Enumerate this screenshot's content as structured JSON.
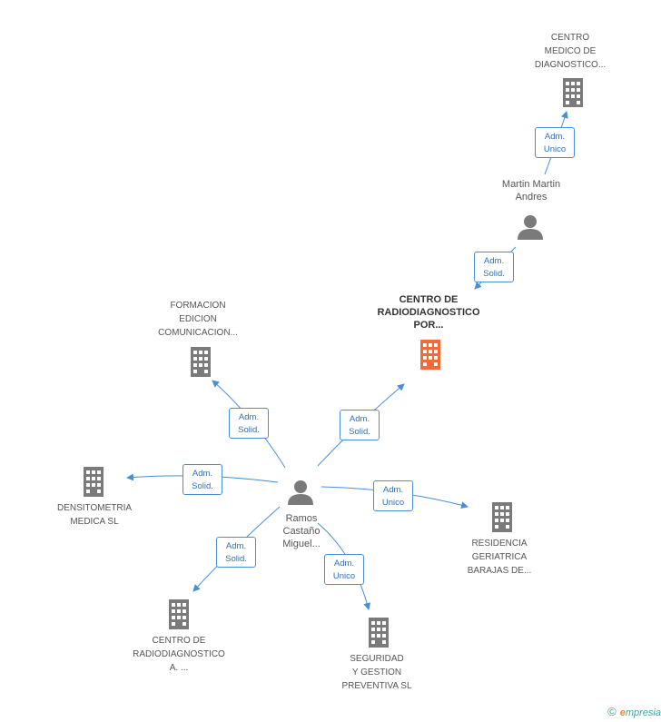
{
  "colors": {
    "edge": "#4a8fd6",
    "building": "#7a7a7a",
    "building_main": "#f26a3a",
    "person": "#7a7a7a"
  },
  "nodes": {
    "centro_medico": "CENTRO\nMEDICO DE\nDIAGNOSTICO...",
    "martin": "Martin Martin\nAndres",
    "centro_radio_main": "CENTRO DE\nRADIODIAGNOSTICO\nPOR...",
    "formacion": "FORMACION\nEDICION\nCOMUNICACION...",
    "densitometria": "DENSITOMETRIA\nMEDICA SL",
    "ramos": "Ramos\nCastaño\nMiguel...",
    "residencia": "RESIDENCIA\nGERIATRICA\nBARAJAS DE...",
    "centro_radio_a": "CENTRO DE\nRADIODIAGNOSTICO\nA. ...",
    "seguridad": "SEGURIDAD\nY GESTION\nPREVENTIVA SL"
  },
  "edges": {
    "martin_centro_medico": "Adm.\nUnico",
    "martin_centro_radio": "Adm.\nSolid.",
    "ramos_formacion": "Adm.\nSolid.",
    "ramos_centro_radio": "Adm.\nSolid.",
    "ramos_densitometria": "Adm.\nSolid.",
    "ramos_residencia": "Adm.\nUnico",
    "ramos_centro_radio_a": "Adm.\nSolid.",
    "ramos_seguridad": "Adm.\nUnico"
  },
  "footer": {
    "copyright_symbol": "©",
    "brand_first": "e",
    "brand_rest": "mpresia"
  }
}
